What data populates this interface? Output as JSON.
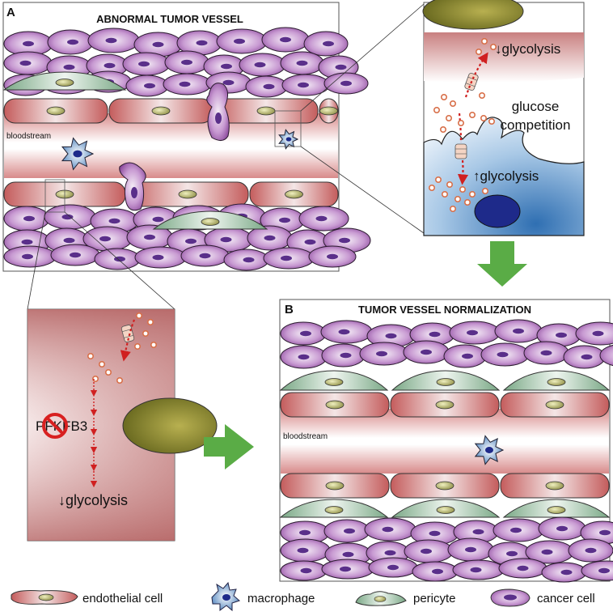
{
  "panel_a": {
    "letter": "A",
    "title": "ABNORMAL TUMOR VESSEL",
    "bloodstream_label": "bloodstream"
  },
  "inset_top": {
    "glycolysis_down": "↓glycolysis",
    "competition_line1": "glucose",
    "competition_line2": "competition",
    "glycolysis_up": "↑glycolysis"
  },
  "inset_bottom": {
    "inhibitor_label": "PFKFB3",
    "glycolysis_down": "↓glycolysis"
  },
  "panel_b": {
    "letter": "B",
    "title": "TUMOR VESSEL NORMALIZATION",
    "bloodstream_label": "bloodstream"
  },
  "legend": [
    {
      "label": "endothelial cell",
      "icon": "endothelial-cell-icon"
    },
    {
      "label": "macrophage",
      "icon": "macrophage-icon"
    },
    {
      "label": "pericyte",
      "icon": "pericyte-icon"
    },
    {
      "label": "cancer cell",
      "icon": "cancer-cell-icon"
    }
  ],
  "colors": {
    "endothelial": "#c96a6a",
    "cancer": "#9a5aa8",
    "cancer_nucleus": "#5a2f8a",
    "pericyte": "#8fb89a",
    "nucleus_olive": "#a8a860",
    "macrophage": "#4a7fb8",
    "arrow_green": "#5aac46",
    "glucose": "#d8704a",
    "dashed_red": "#d02020"
  }
}
